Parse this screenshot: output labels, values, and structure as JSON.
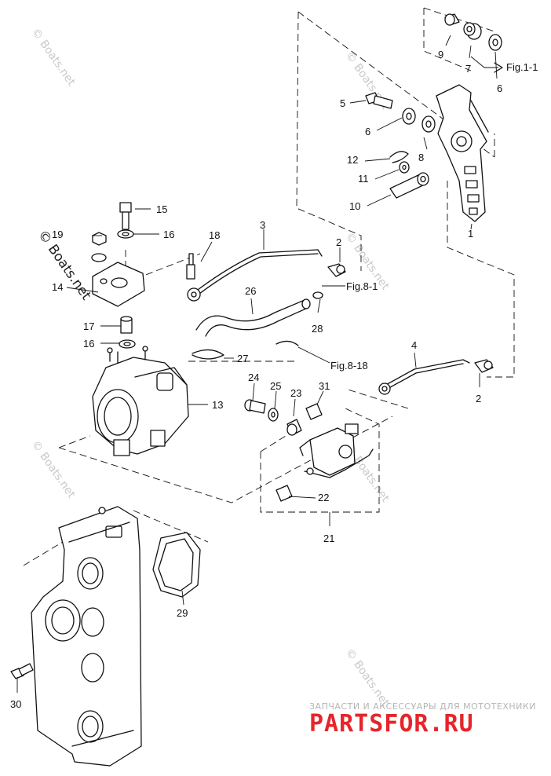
{
  "diagram": {
    "callouts": [
      {
        "id": "c1",
        "label": "1"
      },
      {
        "id": "c2a",
        "label": "2"
      },
      {
        "id": "c2b",
        "label": "2"
      },
      {
        "id": "c3",
        "label": "3"
      },
      {
        "id": "c4",
        "label": "4"
      },
      {
        "id": "c5",
        "label": "5"
      },
      {
        "id": "c6a",
        "label": "6"
      },
      {
        "id": "c6b",
        "label": "6"
      },
      {
        "id": "c7",
        "label": "7"
      },
      {
        "id": "c8",
        "label": "8"
      },
      {
        "id": "c9",
        "label": "9"
      },
      {
        "id": "c10",
        "label": "10"
      },
      {
        "id": "c11",
        "label": "11"
      },
      {
        "id": "c12",
        "label": "12"
      },
      {
        "id": "c13",
        "label": "13"
      },
      {
        "id": "c14",
        "label": "14"
      },
      {
        "id": "c15",
        "label": "15"
      },
      {
        "id": "c16a",
        "label": "16"
      },
      {
        "id": "c16b",
        "label": "16"
      },
      {
        "id": "c17",
        "label": "17"
      },
      {
        "id": "c18",
        "label": "18"
      },
      {
        "id": "c19",
        "label": "19"
      },
      {
        "id": "c21",
        "label": "21"
      },
      {
        "id": "c22",
        "label": "22"
      },
      {
        "id": "c23",
        "label": "23"
      },
      {
        "id": "c24",
        "label": "24"
      },
      {
        "id": "c25",
        "label": "25"
      },
      {
        "id": "c26",
        "label": "26"
      },
      {
        "id": "c27",
        "label": "27"
      },
      {
        "id": "c28",
        "label": "28"
      },
      {
        "id": "c29",
        "label": "29"
      },
      {
        "id": "c30",
        "label": "30"
      },
      {
        "id": "c31",
        "label": "31"
      }
    ],
    "figure_refs": {
      "fig_1_1": "Fig.1-1",
      "fig_8_1": "Fig.8-1",
      "fig_8_18": "Fig.8-18"
    },
    "watermark": "© Boats.net"
  },
  "branding": {
    "tagline": "ЗАПЧАСТИ И АКСЕССУАРЫ ДЛЯ МОТОТЕХНИКИ",
    "logo_text": "PARTSFOR.RU"
  }
}
